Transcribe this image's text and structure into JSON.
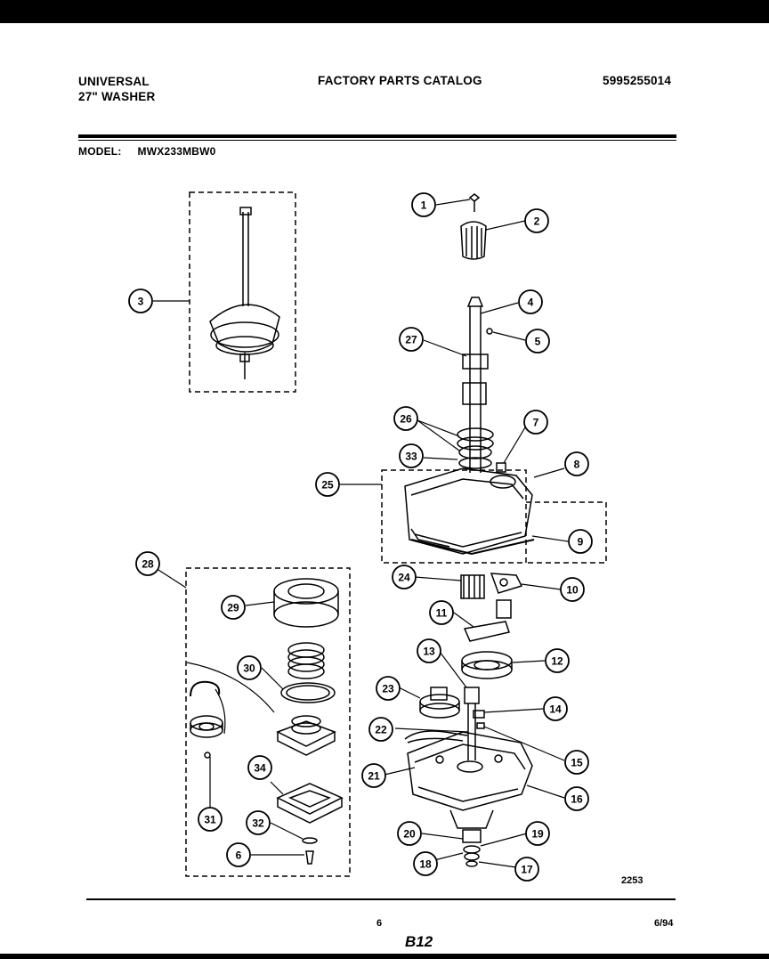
{
  "header": {
    "brand": "UNIVERSAL",
    "product": "27\" WASHER",
    "catalog_title": "FACTORY PARTS CATALOG",
    "catalog_number": "5995255014",
    "model_label": "MODEL:",
    "model_number": "MWX233MBW0"
  },
  "footer": {
    "diagram_id": "2253",
    "page_number": "6",
    "date": "6/94",
    "sheet_code": "B12"
  },
  "callouts": [
    "1",
    "2",
    "3",
    "4",
    "5",
    "6",
    "7",
    "8",
    "9",
    "10",
    "11",
    "12",
    "13",
    "14",
    "15",
    "16",
    "17",
    "18",
    "19",
    "20",
    "21",
    "22",
    "23",
    "24",
    "25",
    "26",
    "27",
    "28",
    "29",
    "30",
    "31",
    "32",
    "33",
    "34"
  ]
}
